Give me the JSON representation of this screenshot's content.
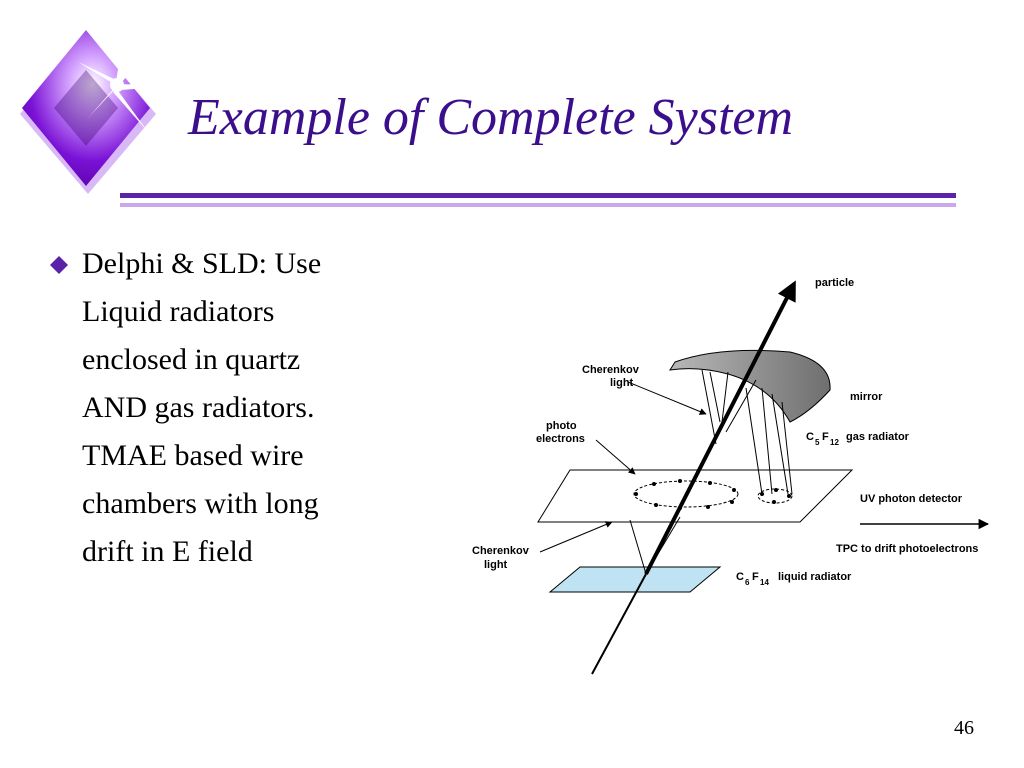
{
  "slide": {
    "title": "Example of Complete System",
    "page_number": "46",
    "colors": {
      "accent": "#5a22a8",
      "accent_light": "#c9a9ec",
      "title": "#3b0f8c",
      "liquid": "#bfe3f2"
    }
  },
  "bullet": {
    "icon": "diamond-bullet-icon",
    "lines": [
      "Delphi & SLD: Use",
      "Liquid radiators",
      "enclosed in quartz",
      "AND gas radiators.",
      "TMAE based wire",
      "chambers with long",
      "drift in E field"
    ]
  },
  "diagram": {
    "particle": "particle",
    "cherenkov_light_top_1": "Cherenkov",
    "cherenkov_light_top_2": "light",
    "mirror": "mirror",
    "photo_electrons_1": "photo",
    "photo_electrons_2": "electrons",
    "gas_radiator": {
      "c": "C",
      "c_sub": "5",
      "f": "F",
      "f_sub": "12",
      "label": "gas radiator"
    },
    "uv_photon_detector": "UV photon detector",
    "tpc_label": "TPC to drift photoelectrons",
    "cherenkov_light_bottom_1": "Cherenkov",
    "cherenkov_light_bottom_2": "light",
    "liquid_radiator": {
      "c": "C",
      "c_sub": "6",
      "f": "F",
      "f_sub": "14",
      "label": "liquid radiator"
    }
  }
}
